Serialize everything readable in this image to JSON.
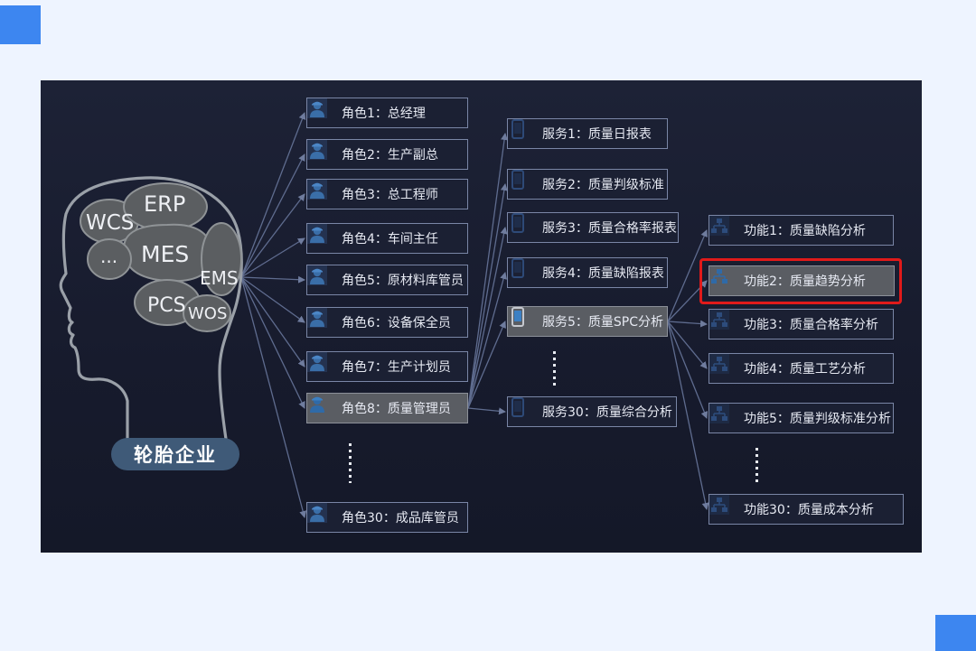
{
  "company": "轮胎企业",
  "brain_systems": [
    "ERP",
    "WCS",
    "MES",
    "...",
    "EMS",
    "PCS",
    "WOS"
  ],
  "roles": [
    "角色1：总经理",
    "角色2：生产副总",
    "角色3：总工程师",
    "角色4：车间主任",
    "角色5：原材料库管员",
    "角色6：设备保全员",
    "角色7：生产计划员",
    "角色8：质量管理员",
    "角色30：成品库管员"
  ],
  "services": [
    "服务1：质量日报表",
    "服务2：质量判级标准",
    "服务3：质量合格率报表",
    "服务4：质量缺陷报表",
    "服务5：质量SPC分析",
    "服务30：质量综合分析"
  ],
  "functions": [
    "功能1：质量缺陷分析",
    "功能2：质量趋势分析",
    "功能3：质量合格率分析",
    "功能4：质量工艺分析",
    "功能5：质量判级标准分析",
    "功能30：质量成本分析"
  ],
  "highlight": {
    "role_index": 7,
    "service_index": 4,
    "function_index": 1
  },
  "colors": {
    "page_bg": "#eef4ff",
    "panel_bg": "#1b2033",
    "corner_accent": "#3d86f0",
    "node_border": "#7a86a6",
    "highlight_node": "#5a5d63",
    "highlight_outline": "#e01a1a",
    "icon_blue": "#3a6ea8",
    "company_badge": "#3f5a78"
  },
  "icons": {
    "role": "worker-avatar-icon",
    "service": "mobile-phone-icon",
    "function": "org-chart-icon"
  }
}
